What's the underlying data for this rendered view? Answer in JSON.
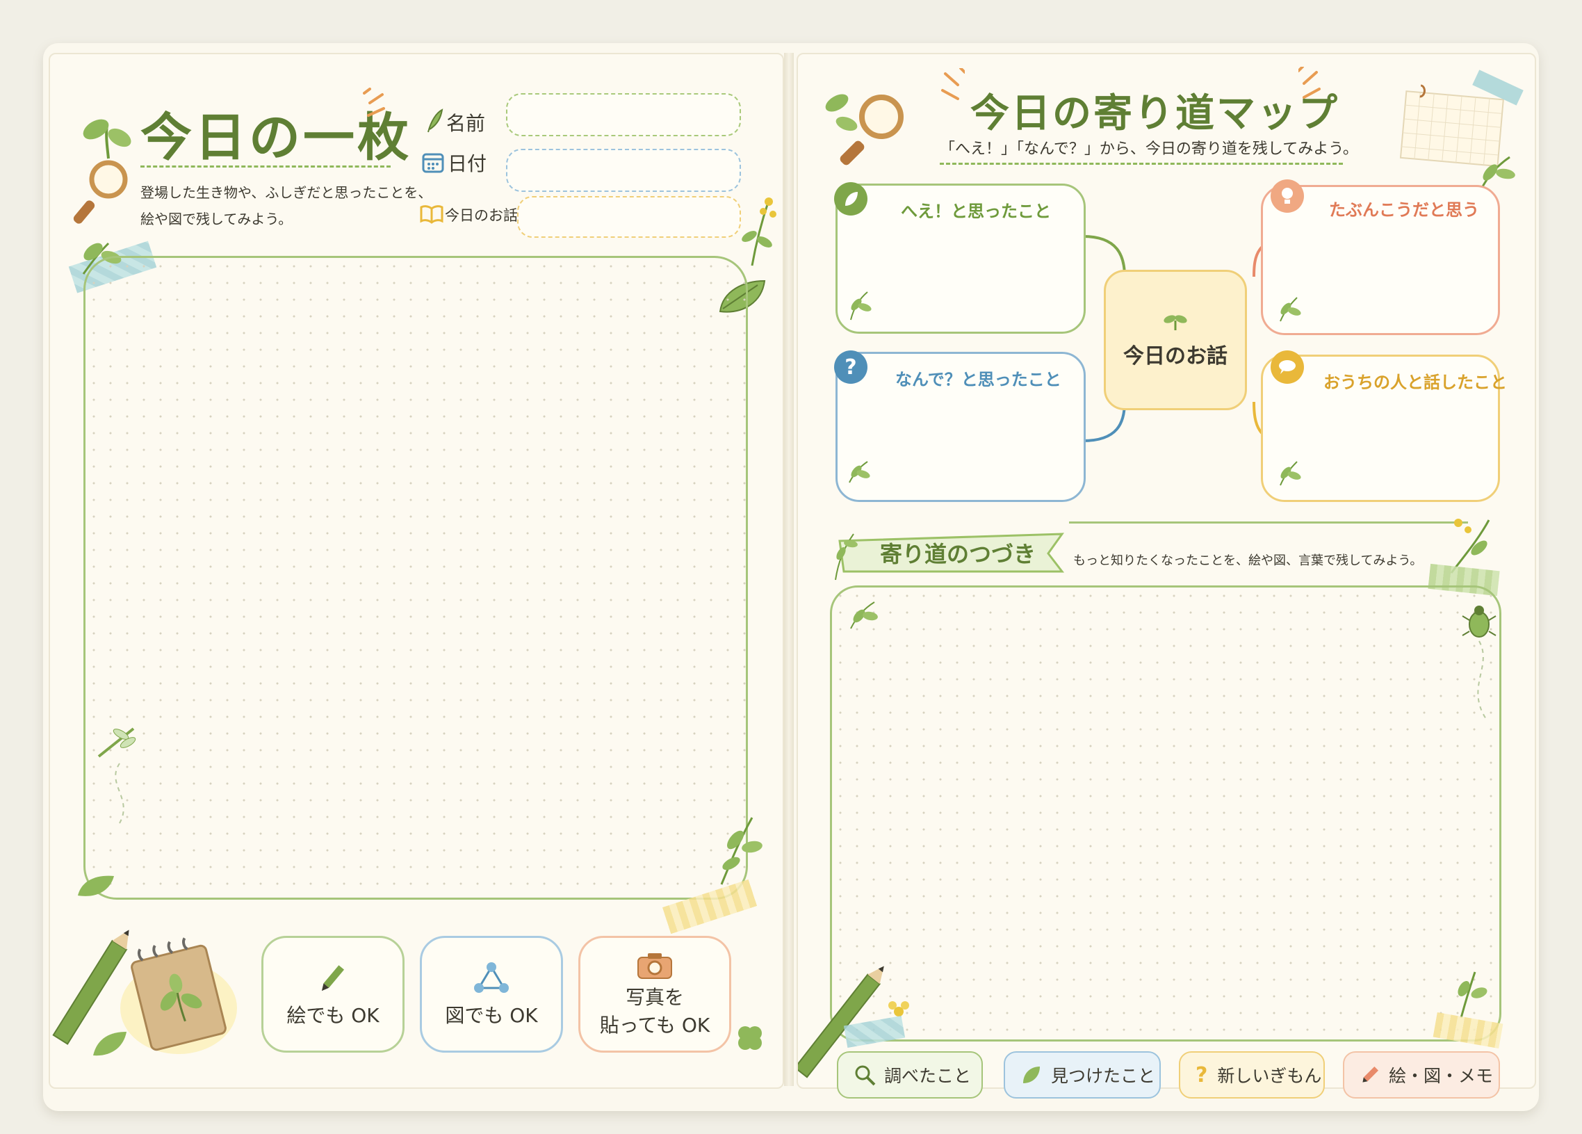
{
  "left_page": {
    "title": "今日の一枚",
    "subtitle_line1": "登場した生き物や、ふしぎだと思ったことを、",
    "subtitle_line2": "絵や図で残してみよう。",
    "fields": [
      {
        "label": "名前",
        "icon": "leaf-pen-icon",
        "value": ""
      },
      {
        "label": "日付",
        "icon": "calendar-icon",
        "value": ""
      },
      {
        "label": "今日のお話",
        "icon": "book-icon",
        "value": ""
      }
    ],
    "badges": [
      {
        "label": "絵でも OK",
        "icon": "pencil-icon"
      },
      {
        "label": "図でも OK",
        "icon": "network-icon"
      },
      {
        "label_line1": "写真を",
        "label_line2": "貼っても OK",
        "icon": "camera-icon"
      }
    ]
  },
  "right_page": {
    "title": "今日の寄り道マップ",
    "subtitle": "「へえ！」「なんで？」から、今日の寄り道を残してみよう。",
    "center_label": "今日のお話",
    "boxes": [
      {
        "label": "へえ！と思ったこと",
        "icon": "leaf-icon",
        "color": "#7fa64a"
      },
      {
        "label": "なんで？と思ったこと",
        "icon": "question-icon",
        "color": "#4f8fb8"
      },
      {
        "label": "たぶんこうだと思う",
        "icon": "lightbulb-icon",
        "color": "#e88a6a"
      },
      {
        "label": "おうちの人と話したこと",
        "icon": "speech-icon",
        "color": "#e9b83a"
      }
    ],
    "continuation_title": "寄り道のつづき",
    "continuation_hint": "もっと知りたくなったことを、絵や図、言葉で残してみよう。",
    "chips": [
      {
        "label": "調べたこと",
        "icon": "magnifier-icon"
      },
      {
        "label": "見つけたこと",
        "icon": "leaf-icon"
      },
      {
        "label": "新しいぎもん",
        "icon": "question-icon"
      },
      {
        "label": "絵・図・メモ",
        "icon": "pencil-icon"
      }
    ]
  },
  "colors": {
    "green": "#7fa64a",
    "blue": "#4f8fb8",
    "orange": "#e88a6a",
    "yellow": "#e9b83a"
  }
}
